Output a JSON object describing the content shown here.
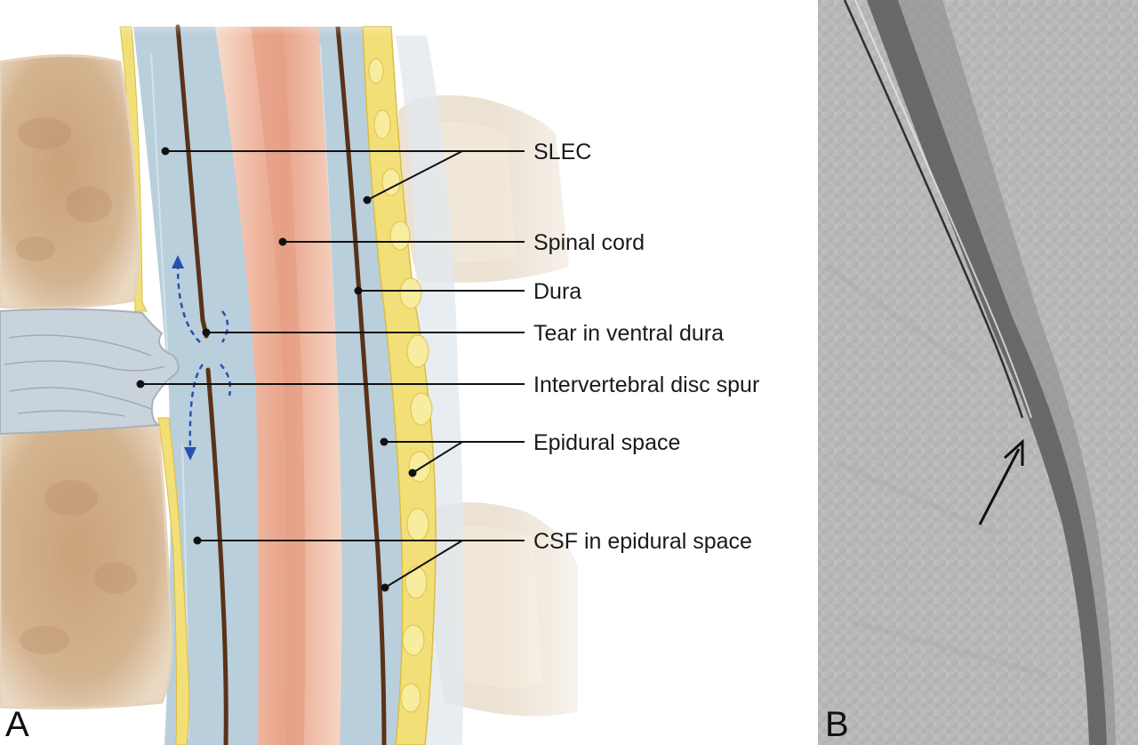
{
  "panels": {
    "a_letter": "A",
    "b_letter": "B"
  },
  "labels": {
    "slec": "SLEC",
    "spinal_cord": "Spinal cord",
    "dura": "Dura",
    "tear": "Tear in ventral dura",
    "disc_spur": "Intervertebral disc spur",
    "epidural_space": "Epidural space",
    "csf_epidural": "CSF in epidural space"
  },
  "colors": {
    "bone": "#cfae8a",
    "bone_dark": "#b8916b",
    "csf": "#b9cfdc",
    "cord": "#f2c7b4",
    "cord_center": "#e9a88f",
    "dura": "#5a3218",
    "fat": "#f3df78",
    "disc": "#c9d3dc",
    "flow_arrow": "#2a4fb0",
    "xray_bg": "#b9b9b9"
  },
  "icons": {
    "flow_up": "dashed-arrow-up-icon",
    "flow_down": "dashed-arrow-down-icon",
    "xray_pointer": "arrow-icon"
  }
}
